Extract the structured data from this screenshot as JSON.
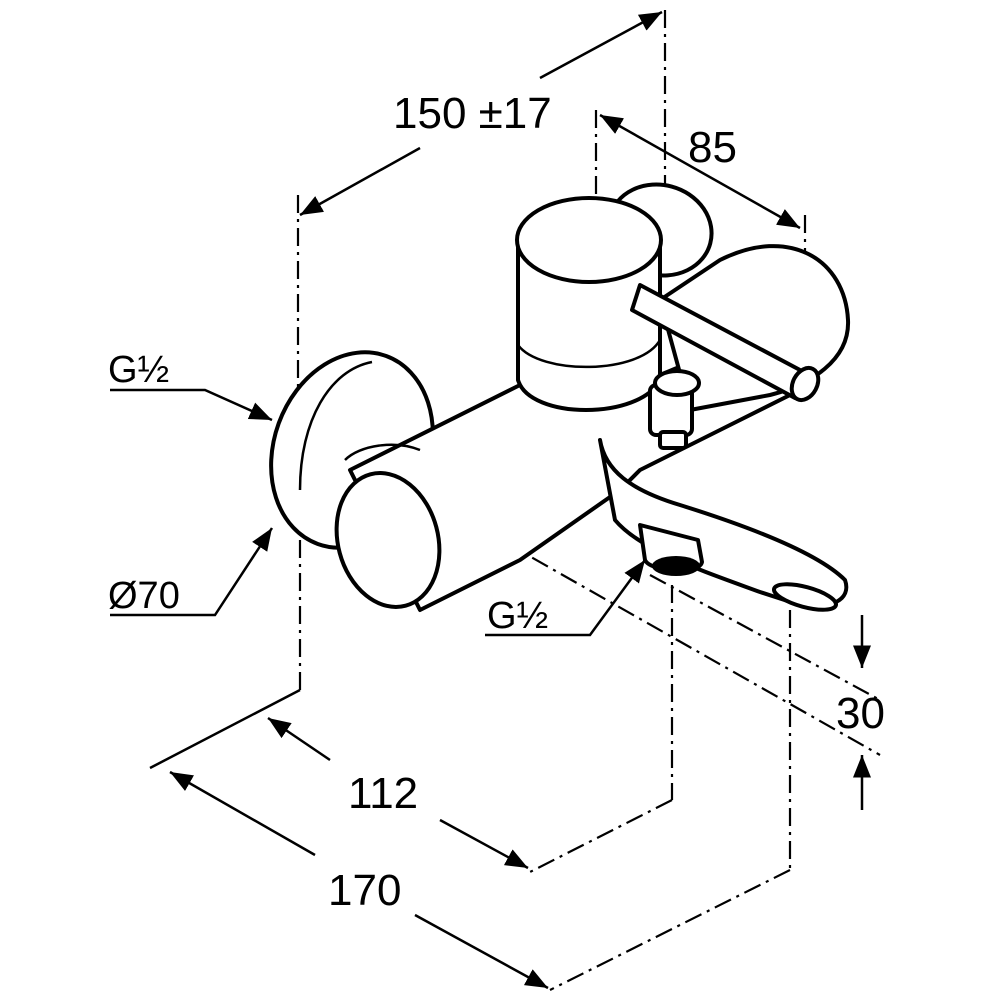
{
  "dimensions": {
    "reach": "150 ±17",
    "lever_offset": "85",
    "inlet_thread": "G½",
    "escutcheon_diameter": "Ø70",
    "outlet_thread": "G½",
    "spout_height": "30",
    "outlet_distance": "112",
    "spout_length": "170"
  }
}
